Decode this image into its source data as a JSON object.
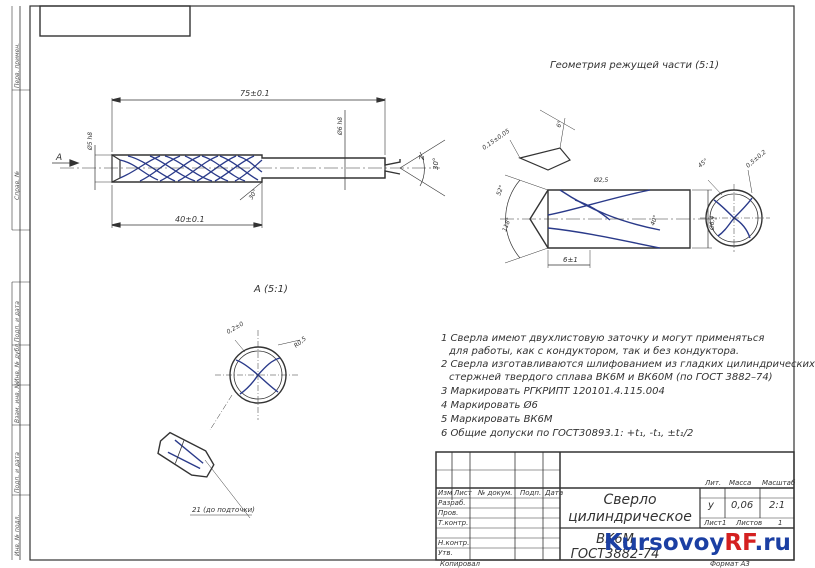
{
  "view_titles": {
    "geometry": "Геометрия режущей части (5:1)",
    "section_a": "А (5:1)",
    "arrow_a": "А"
  },
  "dimensions": {
    "overall_length": "75±0.1",
    "work_length": "40±0.1",
    "shank_dia": "Ø5 h8",
    "body_dia": "Ø6 h8",
    "shank_dia_alt": "Ø5 h8",
    "tip_angle": "30°",
    "tip_z": "Z",
    "helix": "30°",
    "chamfer": "0,15±0,05",
    "angle_a": "6°",
    "angle_118": "118°",
    "angle_52": "52°",
    "web": "Ø2,5",
    "dia_geo": "Ø6,4",
    "len_6": "6±1",
    "rel_angle": "45°",
    "top_05": "0,5±0,2",
    "sec_a_chamfer": "0,2±0",
    "sec_a_r": "R0,5",
    "under_sharp": "21 (до подточки)",
    "angle_40": "40°"
  },
  "notes": [
    "1 Сверла имеют двухлистовую заточку и могут применяться",
    "для работы, как с кондуктором, так и без кондуктора.",
    "2 Сверла изготавливаются шлифованием из гладких цилиндрических",
    "стержней твердого сплава ВК6М и ВК60М (по ГОСТ 3882–74)",
    "3 Маркировать РГКРИПТ 120101.4.115.004",
    "4 Маркировать Ø6",
    "5 Маркировать ВК6М",
    "6 Общие допуски по ГОСТ30893.1: +t₁, -t₁, ±t₁/2"
  ],
  "title_block": {
    "name_line1": "Сверло",
    "name_line2": "цилиндрическое",
    "material": "ВК6М ГОСТ3882-74",
    "col_lit": "Лит.",
    "col_mass": "Масса",
    "col_scale": "Масштаб",
    "lit_value": "у",
    "mass_value": "0,06",
    "scale_value": "2:1",
    "sheet_label": "Лист",
    "sheet_value": "1",
    "sheets_label": "Листов",
    "sheets_value": "1",
    "rows": [
      "Изм",
      "Лист",
      "№ докум.",
      "Подп.",
      "Дата"
    ],
    "roles": [
      "Разраб.",
      "Пров.",
      "Т.контр.",
      "Н.контр.",
      "Утв."
    ],
    "copied": "Копировал",
    "format": "Формат   А3"
  },
  "side_labels": [
    "Перв. примен.",
    "Справ. №",
    "Подп. и дата",
    "Инв. № дубл.",
    "Взам. инв. №",
    "Подп. и дата",
    "Инв. № подл."
  ],
  "watermark": {
    "prefix": "Kursovoy",
    "highlight": "RF",
    "suffix": ".ru"
  }
}
